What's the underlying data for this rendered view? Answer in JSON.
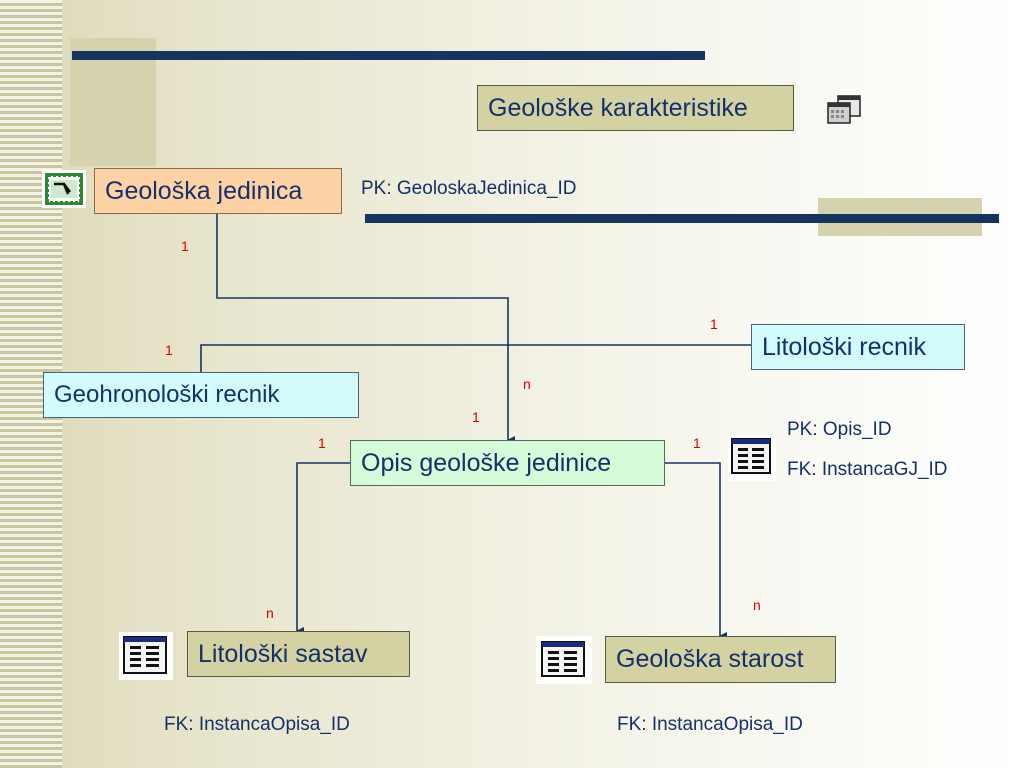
{
  "title_box": "Geološke karakteristike",
  "entities": {
    "geoloska_jedinica": "Geološka jedinica",
    "litoloski_recnik": "Litološki recnik",
    "geohronoloski_recnik": "Geohronološki recnik",
    "opis_geoloske_jedinice": "Opis geološke jedinice",
    "litoloski_sastav": "Litološki sastav",
    "geoloska_starost": "Geološka starost"
  },
  "keys": {
    "pk_geoloska_jedinica": "PK: GeoloskaJedinica_ID",
    "pk_opis": "PK: Opis_ID",
    "fk_opis": "FK: InstancaGJ_ID",
    "fk_litoloski_sastav": "FK: InstancaOpisa_ID",
    "fk_geoloska_starost": "FK: InstancaOpisa_ID"
  },
  "cardinalities": {
    "gj_one": "1",
    "opis_from_gj_n": "n",
    "opis_from_lit_one": "1",
    "lit_recnik_one": "1",
    "geohr_one": "1",
    "opis_left_one": "1",
    "opis_right_one": "1",
    "lit_sastav_n": "n",
    "starost_n": "n"
  },
  "icons": {
    "query": "query-icon",
    "forms": "forms-icon",
    "table1": "table-icon",
    "table2": "table-icon",
    "table3": "table-icon"
  },
  "colors": {
    "text": "#15306a",
    "cardinality": "#e00000",
    "bar": "#17345f",
    "peach": "#fdd3a5",
    "khaki": "#d4d2a3",
    "cyan": "#d4fbfb",
    "mint": "#d6fbd8"
  }
}
